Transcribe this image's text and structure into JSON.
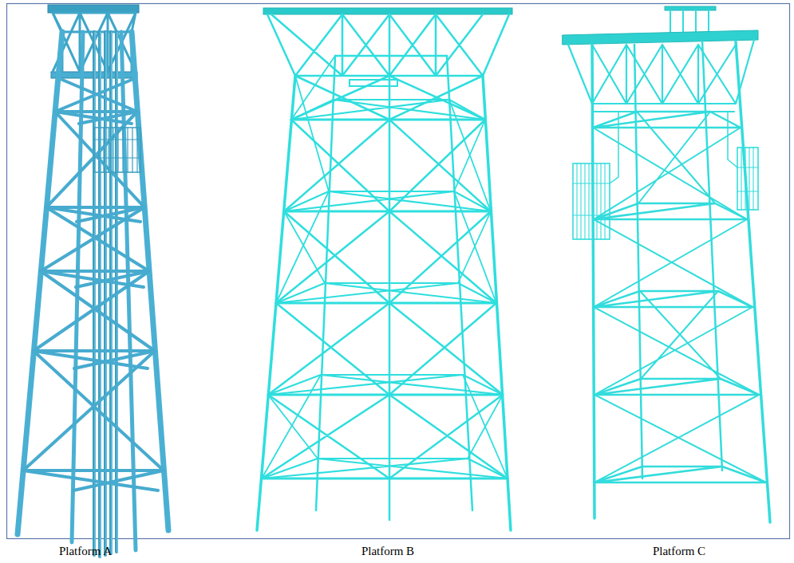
{
  "diagram": {
    "labels": [
      "Platform A",
      "Platform B",
      "Platform C"
    ]
  }
}
